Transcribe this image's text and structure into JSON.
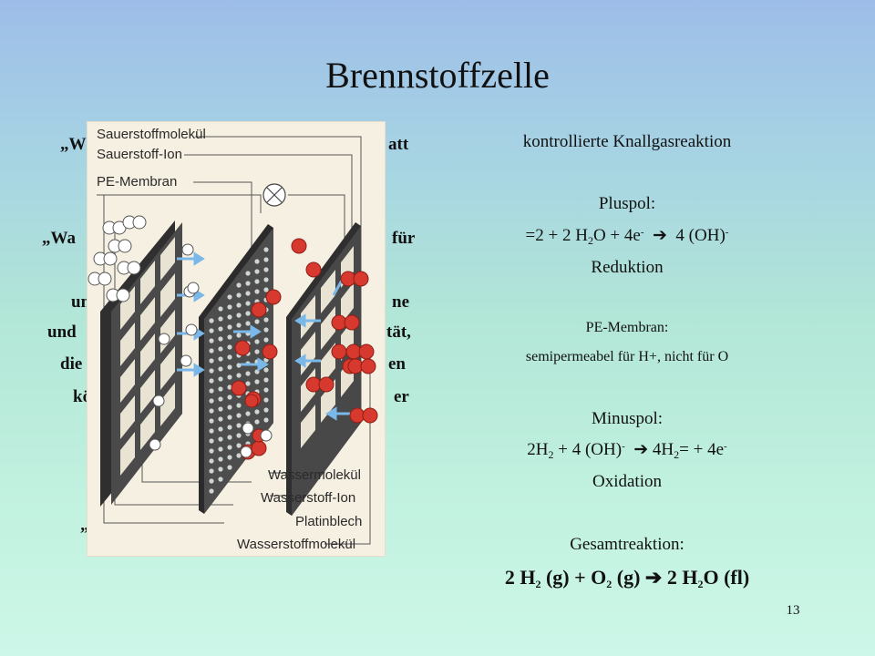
{
  "title": "Brennstoffzelle",
  "left_text": {
    "l1a": "„W",
    "l1b": "att",
    "l2a": "„Wa",
    "l2b": "für",
    "l3a": "un",
    "l3b": "ne",
    "l4a": "und",
    "l4b": "tät,",
    "l5a": "die",
    "l5b": "en",
    "l6a": "kön",
    "l6b": "er",
    "l7a": "„"
  },
  "right": {
    "heading": "kontrollierte Knallgasreaktion",
    "plus_label": "Pluspol:",
    "plus_eq": {
      "a": "=2 + 2 H",
      "b": "2",
      "c": "O + 4e",
      "d": "-",
      "arrow": "➔",
      "e": "4 (OH)",
      "f": "-"
    },
    "reduction": "Reduktion",
    "membrane_label": "PE-Membran:",
    "membrane_text": "semipermeabel  für H+, nicht für O",
    "minus_label": "Minuspol:",
    "minus_eq": {
      "a": "2H",
      "b": "2",
      "c": " + 4 (OH)",
      "d": "-",
      "arrow": "➔",
      "e": "4H",
      "f": "2",
      "g": "= + 4e",
      "h": "-"
    },
    "oxidation": "Oxidation",
    "total_label": "Gesamtreaktion:",
    "total_eq": {
      "a": "2 H",
      "b": "2",
      "c": " (g) + O",
      "d": "2",
      "e": " (g) ",
      "arrow": "➔",
      "f": " 2 H",
      "g": "2",
      "h": "O (fl)"
    }
  },
  "figure_labels": {
    "oxygen_molecule": "Sauerstoffmolekül",
    "oxygen_ion": "Sauerstoff-Ion",
    "pe_membrane": "PE-Membran",
    "water_molecule": "Wassermolekül",
    "hydrogen_ion": "Wasserstoff-Ion",
    "platinum_sheet": "Platinblech",
    "hydrogen_molecule": "Wasserstoffmolekül"
  },
  "page_number": "13",
  "colors": {
    "oxygen": "#d8392e",
    "hydrogen": "#ffffff",
    "arrow": "#79b8e8",
    "plate": "#3a3a3a"
  }
}
